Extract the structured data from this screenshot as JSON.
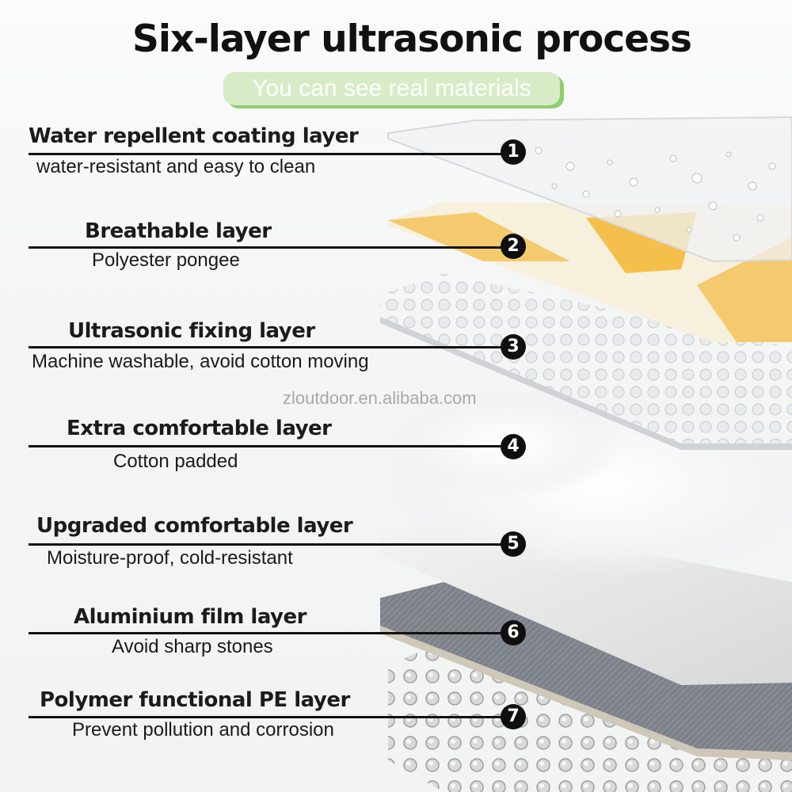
{
  "header": {
    "title": "Six-layer ultrasonic process",
    "subtitle": "You can see real materials"
  },
  "watermark": "zloutdoor.en.alibaba.com",
  "colors": {
    "pill_bg": "#d7ecc6",
    "pill_shadow": "#8fcf6c",
    "breathable_yellow": "#f5c35a",
    "aluminium_grey": "#767b82"
  },
  "layers": [
    {
      "number": "1",
      "title": "Water repellent coating layer",
      "description": "water-resistant and easy to clean"
    },
    {
      "number": "2",
      "title": "Breathable layer",
      "description": "Polyester pongee"
    },
    {
      "number": "3",
      "title": "Ultrasonic fixing layer",
      "description": "Machine washable, avoid cotton moving"
    },
    {
      "number": "4",
      "title": "Extra comfortable layer",
      "description": "Cotton padded"
    },
    {
      "number": "5",
      "title": "Upgraded comfortable layer",
      "description": "Moisture-proof, cold-resistant"
    },
    {
      "number": "6",
      "title": "Aluminium film layer",
      "description": "Avoid sharp stones"
    },
    {
      "number": "7",
      "title": "Polymer functional PE layer",
      "description": "Prevent pollution and corrosion"
    }
  ]
}
